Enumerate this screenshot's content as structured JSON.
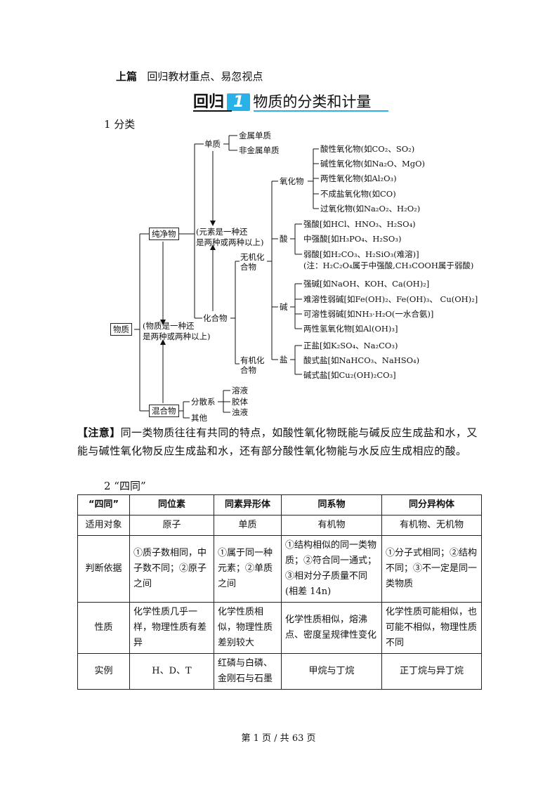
{
  "header": {
    "part_label": "上篇",
    "part_desc": "回归教材重点、易忽视点"
  },
  "title": {
    "prefix": "回归",
    "number": "1",
    "name": "物质的分类和计量"
  },
  "section1": {
    "label": "1  分类"
  },
  "tree": {
    "root": "物质",
    "root_note_1": "(物质是一种还",
    "root_note_2": "是两种或两种以上)",
    "pure": "纯净物",
    "pure_note_1": "(元素是一种还",
    "pure_note_2": "是两种或两种以上)",
    "element": "单质",
    "metal": "金属单质",
    "nonmetal": "非金属单质",
    "compound": "化合物",
    "inorganic_1": "无机化",
    "inorganic_2": "合物",
    "organic_1": "有机化",
    "organic_2": "合物",
    "oxide": "氧化物",
    "oxides": [
      "酸性氧化物(如CO₂、SO₂)",
      "碱性氧化物(如Na₂O、MgO)",
      "两性氧化物(如Al₂O₃)",
      "不成盐氧化物(如CO)",
      "过氧化物(如Na₂O₂、H₂O₂)"
    ],
    "acid": "酸",
    "acids": [
      "强酸[如HCl、HNO₃、H₂SO₄)",
      "中强酸[如H₃PO₄、H₂SO₃)",
      "弱酸[如H₂CO₃、H₂SiO₃(难溶)]"
    ],
    "acid_note": "(注：H₂C₂O₄属于中强酸,CH₃COOH属于弱酸)",
    "base": "碱",
    "bases": [
      "强碱[如NaOH、KOH、Ca(OH)₂]",
      "难溶性弱碱[如Fe(OH)₂、Fe(OH)₃、 Cu(OH)₂]",
      "可溶性弱碱[如NH₃·H₂O(一水合氨)]",
      "两性氢氧化物[如Al(OH)₃]"
    ],
    "salt": "盐",
    "salts": [
      "正盐[如K₂SO₄、Na₂CO₃)",
      "酸式盐[如NaHCO₃、NaHSO₄)",
      "碱式盐[如Cu₂(OH)₂CO₃]"
    ],
    "mixture": "混合物",
    "dispersion": "分散系",
    "dispersions": [
      "溶液",
      "胶体",
      "浊液"
    ],
    "other": "其他"
  },
  "note": {
    "label": "【注意】",
    "text": "同一类物质往往有共同的特点，如酸性氧化物既能与碱反应生成盐和水，又能与碱性氧化物反应生成盐和水，还有部分酸性氧化物能与水反应生成相应的酸。"
  },
  "section2": {
    "label": "2  “四同”"
  },
  "table": {
    "headers": [
      "“四同”",
      "同位素",
      "同素异形体",
      "同系物",
      "同分异构体"
    ],
    "rows": [
      [
        "适用对象",
        "原子",
        "单质",
        "有机物",
        "有机物、无机物"
      ],
      [
        "判断依据",
        "①质子数相同，中子数不同；②原子之间",
        "①属于同一种元素；②单质之间",
        "①结构相似的同一类物质；②符合同一通式；③相对分子质量不同(相差 14n)",
        "①分子式相同；②结构不同；③不一定是同一类物质"
      ],
      [
        "性质",
        "化学性质几乎一样，物理性质有差异",
        "化学性质相似，物理性质差别较大",
        "化学性质相似，熔沸点、密度呈规律性变化",
        "化学性质可能相似，也可能不相似，物理性质不同"
      ],
      [
        "实例",
        "H、D、T",
        "红磷与白磷、金刚石与石墨",
        "甲烷与丁烷",
        "正丁烷与异丁烷"
      ]
    ]
  },
  "footer": {
    "text": "第 1 页 / 共 63 页"
  }
}
